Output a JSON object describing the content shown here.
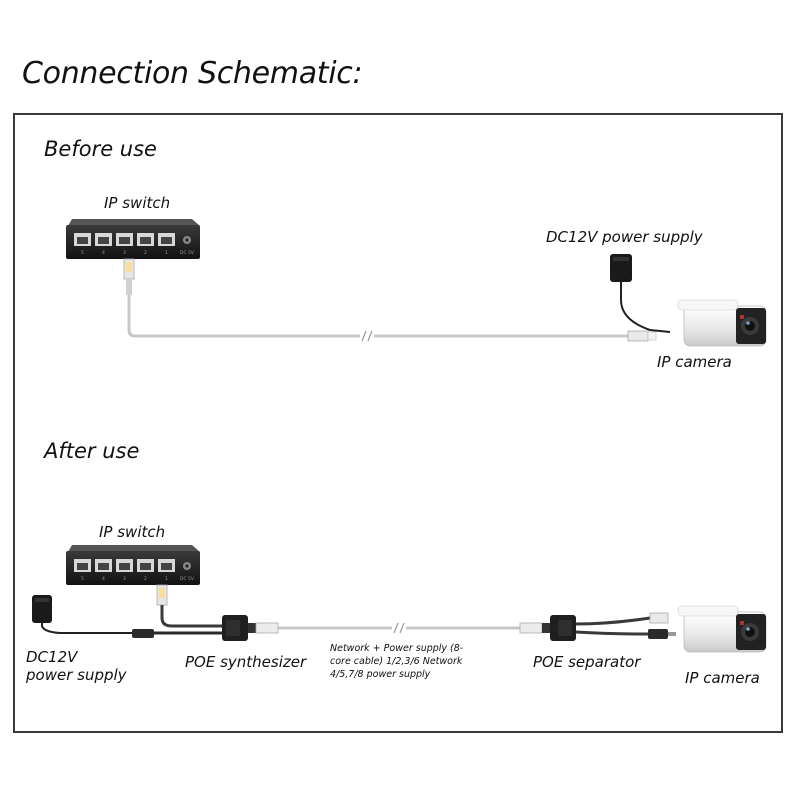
{
  "title": "Connection Schematic:",
  "before": {
    "heading": "Before use",
    "switch_label": "IP switch",
    "power_label": "DC12V power supply",
    "camera_label": "IP camera"
  },
  "after": {
    "heading": "After use",
    "switch_label": "IP switch",
    "power_label_line1": "DC12V",
    "power_label_line2": "power supply",
    "synth_label": "POE synthesizer",
    "cable_note": "Network + Power supply (8-core cable) 1/2,3/6 Network 4/5,7/8 power supply",
    "separator_label": "POE separator",
    "camera_label": "IP camera"
  },
  "switch_ports": [
    "5",
    "4",
    "3",
    "2",
    "1"
  ],
  "switch_dc": "DC 5V",
  "colors": {
    "frame": "#3a3a3a",
    "switch_body": "#1c1c1c",
    "cable": "#c8c8c8",
    "camera_body": "#efefef"
  }
}
